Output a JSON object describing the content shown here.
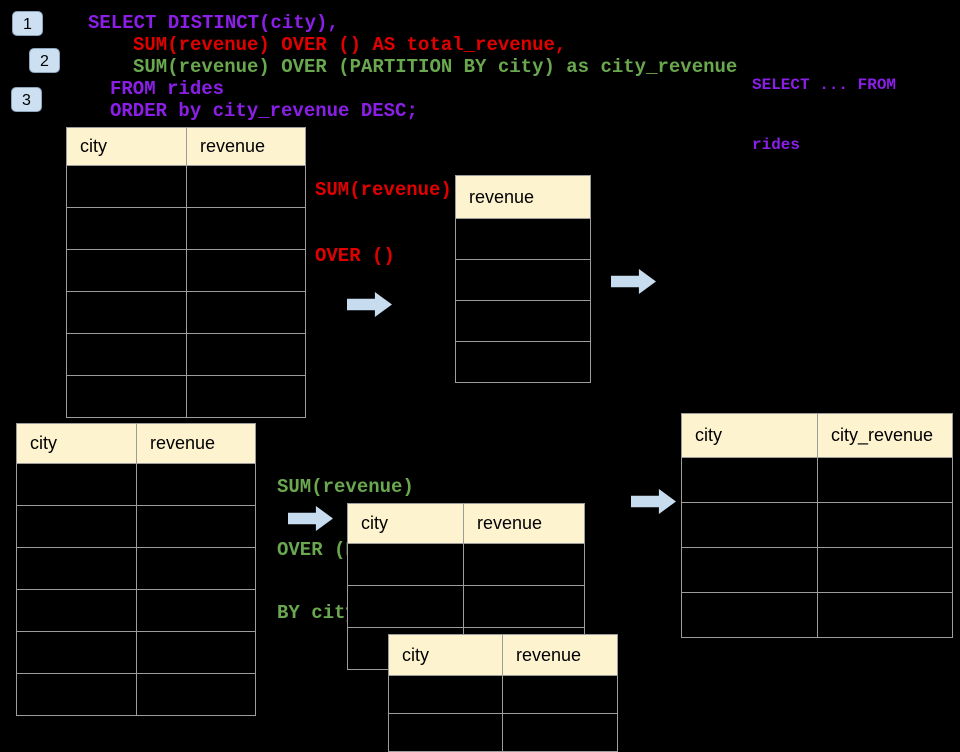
{
  "steps": {
    "one": "1",
    "two": "2",
    "three": "3"
  },
  "sql": {
    "select_line": "SELECT DISTINCT(city),",
    "total_line": "SUM(revenue) OVER () AS total_revenue,",
    "partition_line": "SUM(revenue) OVER (PARTITION BY city) as city_revenue",
    "from_line": "FROM rides",
    "order_line": "ORDER by city_revenue DESC;"
  },
  "annotations": {
    "from_note": {
      "line1": "SELECT ... FROM",
      "line2": "rides"
    },
    "total_label": {
      "line1": "SUM(revenue)",
      "line2": "OVER ()"
    },
    "partition_label": {
      "line1": "SUM(revenue)",
      "line2": "OVER (PARTITION",
      "line3": "BY city)"
    }
  },
  "tables": {
    "source_top": {
      "columns": [
        "city",
        "revenue"
      ]
    },
    "revenue_only": {
      "columns": [
        "revenue"
      ]
    },
    "source_bottom": {
      "columns": [
        "city",
        "revenue"
      ]
    },
    "partition_mid": {
      "columns": [
        "city",
        "revenue"
      ]
    },
    "partition_overlay": {
      "columns": [
        "city",
        "revenue"
      ]
    },
    "result": {
      "columns": [
        "city",
        "city_revenue"
      ]
    }
  },
  "colors": {
    "background": "#000000",
    "sql_purple": "#8B1FE8",
    "sql_red": "#E00000",
    "sql_green": "#6AA84F",
    "table_header_bg": "#FDF3CF",
    "table_border": "#9C9C9C",
    "arrow_blue": "#C8DCF0",
    "badge_bg": "#CDE0F2"
  }
}
